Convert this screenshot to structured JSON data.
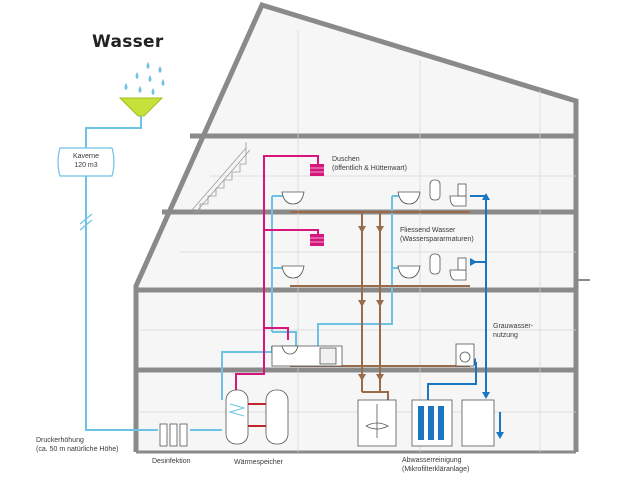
{
  "title": "Wasser",
  "labels": {
    "kaverne_line1": "Kaverne",
    "kaverne_line2": "120 m3",
    "duschen_line1": "Duschen",
    "duschen_line2": "(öffentlich & Hüttenwart)",
    "fliessend_line1": "Fliessend Wasser",
    "fliessend_line2": "(Wasserspararmaturen)",
    "grauwasser_line1": "Grauwasser-",
    "grauwasser_line2": "nutzung",
    "druck_line1": "Druckerhöhung",
    "druck_line2": "(ca. 50 m natürliche Höhe)",
    "desinfektion": "Desinfektion",
    "waermespeicher": "Wärmespeicher",
    "abwasser_line1": "Abwasserreinigung",
    "abwasser_line2": "(Mikrofilterkläranlage)"
  },
  "colors": {
    "building_wall": "#8a8a8a",
    "building_fill": "#f4f4f4",
    "fresh_water": "#6ec3e4",
    "hot_water": "#d6167c",
    "grey_water": "#1b76c2",
    "waste_water": "#9a6b4a",
    "tank_red": "#c0262a",
    "rain_drop": "#6ec3e4",
    "funnel": "#c6e23a"
  }
}
